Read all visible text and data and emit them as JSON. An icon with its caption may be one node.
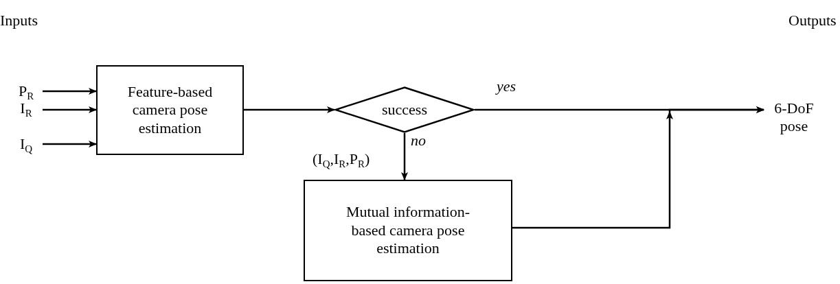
{
  "diagram": {
    "nodes": [
      {
        "text": [
          "P$_{R}$"
        ]
      },
      {
        "text": [
          "I$_{R}$"
        ]
      },
      {
        "text": [
          "I$_{Q}$"
        ]
      },
      {
        "text": [
          "Feature-based camera pose estimation"
        ]
      },
      {
        "text": [
          "success"
        ]
      },
      {
        "text": [
          "Mutual information-based camera pose estimation"
        ]
      },
      {
        "text": [
          "6-DoF pose"
        ]
      }
    ],
    "edges": [
      {
        "from": 0,
        "to": 3,
        "arrow": "to"
      },
      {
        "from": 1,
        "to": 3,
        "arrow": "to"
      },
      {
        "from": 2,
        "to": 3,
        "arrow": "to"
      },
      {
        "from": 3,
        "to": 4,
        "arrow": "to"
      },
      {
        "from": 4,
        "to": 6,
        "label": "yes",
        "arrow": "to"
      },
      {
        "from": 4,
        "to": 5,
        "label": "no",
        "arrow": "to"
      },
      {
        "from": 5,
        "to": 6,
        "arrow": "to"
      }
    ],
    "labels": [
      "Inputs",
      "Outputs",
      "(I$_{Q}$,I$_{R}$,P$_{R}$)"
    ]
  }
}
